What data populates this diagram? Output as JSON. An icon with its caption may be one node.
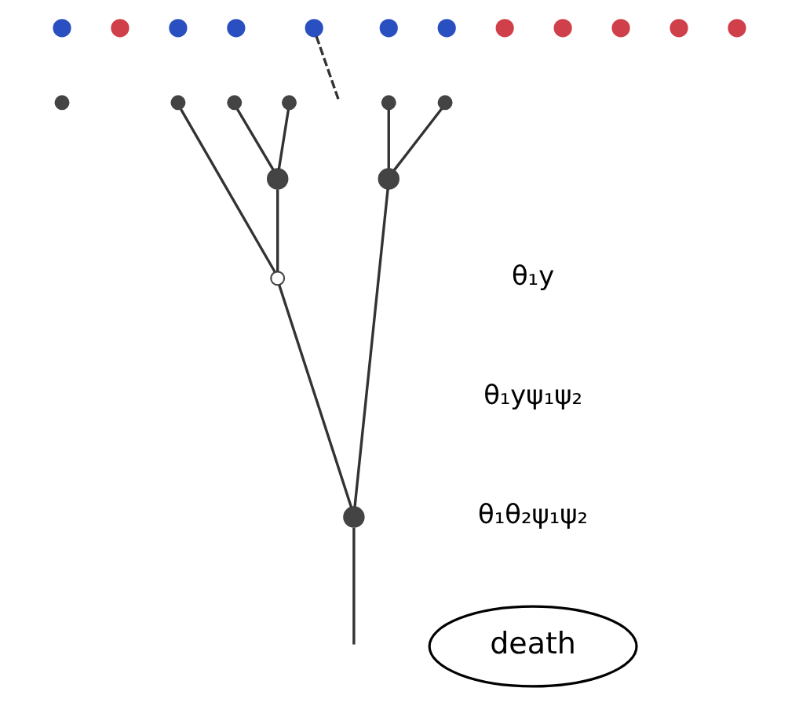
{
  "diagram": {
    "nodes": [
      {
        "text": [],
        "shape": "circle"
      },
      {
        "text": [],
        "shape": "circle"
      },
      {
        "text": [],
        "shape": "circle"
      },
      {
        "text": [],
        "shape": "circle"
      },
      {
        "text": [],
        "shape": "circle"
      },
      {
        "text": [],
        "shape": "circle"
      },
      {
        "text": [],
        "shape": "circle"
      },
      {
        "text": [],
        "shape": "circle"
      },
      {
        "text": [],
        "shape": "circle"
      },
      {
        "text": [],
        "shape": "circle"
      },
      {
        "text": [],
        "shape": "circle"
      },
      {
        "text": [],
        "shape": "circle"
      },
      {
        "text": [],
        "shape": "circle"
      },
      {
        "text": [],
        "shape": "circle"
      },
      {
        "text": [],
        "shape": "circle"
      },
      {
        "text": [],
        "shape": "circle"
      },
      {
        "text": [],
        "shape": "circle"
      },
      {
        "text": [],
        "shape": "circle"
      },
      {
        "text": [],
        "shape": "circle"
      },
      {
        "text": [],
        "shape": "circle"
      },
      {
        "text": [],
        "shape": "circle"
      },
      {
        "text": [],
        "shape": "circle"
      },
      {
        "text": [
          "death"
        ]
      }
    ],
    "edges": [
      {
        "from": 14,
        "to": 18,
        "arrow": "none"
      },
      {
        "from": 15,
        "to": 18,
        "arrow": "none"
      },
      {
        "from": 6,
        "to": null,
        "arrow": "none",
        "style": "dashed"
      },
      {
        "from": 16,
        "to": 19,
        "arrow": "none"
      },
      {
        "from": 17,
        "to": 19,
        "arrow": "none"
      },
      {
        "from": 18,
        "to": 20,
        "arrow": "none"
      },
      {
        "from": 13,
        "to": 20,
        "arrow": "none"
      },
      {
        "from": 20,
        "to": 21,
        "arrow": "none"
      },
      {
        "from": 19,
        "to": 21,
        "arrow": "none"
      },
      {
        "from": 21,
        "to": null,
        "arrow": "none"
      }
    ],
    "labels": [
      "θ₁y",
      "θ₁yψ₁ψ₂",
      "θ₁θ₂ψ₁ψ₂"
    ]
  }
}
